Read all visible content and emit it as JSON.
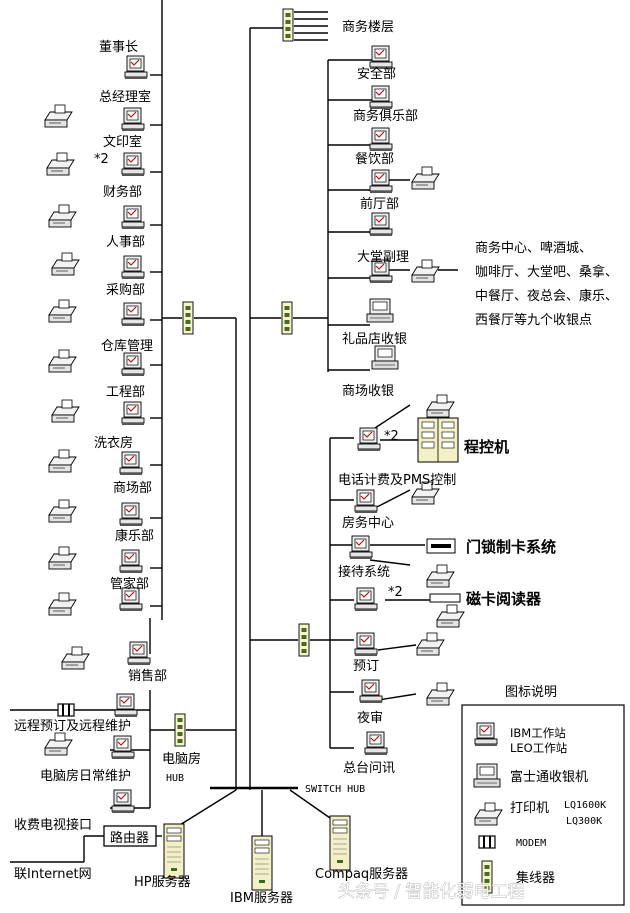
{
  "left_departments": [
    "董事长",
    "总经理室",
    "文印室",
    "财务部",
    "人事部",
    "采购部",
    "仓库管理",
    "工程部",
    "洗衣房",
    "商场部",
    "康乐部",
    "管家部",
    "销售部"
  ],
  "finance_badge": "*2",
  "right_departments": [
    "商务楼层",
    "安全部",
    "商务俱乐部",
    "餐饮部",
    "前厅部",
    "大堂副理",
    "礼品店收银",
    "商场收银"
  ],
  "pos_note": [
    "商务中心、啤酒城、",
    "咖啡厅、大堂吧、桑拿、",
    "中餐厅、夜总会、康乐、",
    "西餐厅等九个收银点"
  ],
  "telecom": {
    "pbx": "程控机",
    "billing": "电话计费及PMS控制",
    "billing_badge": "*2",
    "rooms_center": "房务中心",
    "door_lock": "门锁制卡系统",
    "reception": "接待系统",
    "card_reader": "磁卡阅读器",
    "cashier_badge": "*2"
  },
  "lower_right": [
    "预订",
    "夜审",
    "总台问讯"
  ],
  "lower_left": {
    "remote": "远程预订及远程维护",
    "daily": "电脑房日常维护",
    "tv": "收费电视接口",
    "router": "路由器",
    "internet": "联Internet网",
    "hub_label": [
      "电脑房",
      "HUB"
    ]
  },
  "core": {
    "switch_hub": "SWITCH HUB",
    "hp": "HP服务器",
    "ibm": "IBM服务器",
    "compaq": "Compaq服务器"
  },
  "legend": {
    "title": "图标说明",
    "ibm_ws": [
      "IBM工作站",
      "LEO工作站"
    ],
    "fujitsu": "富士通收银机",
    "printer": "打印机",
    "printer_models": [
      "LQ1600K",
      "LQ300K"
    ],
    "modem": "MODEM",
    "hub": "集线器"
  },
  "watermark": "头条号 / 智能化弱电工程"
}
